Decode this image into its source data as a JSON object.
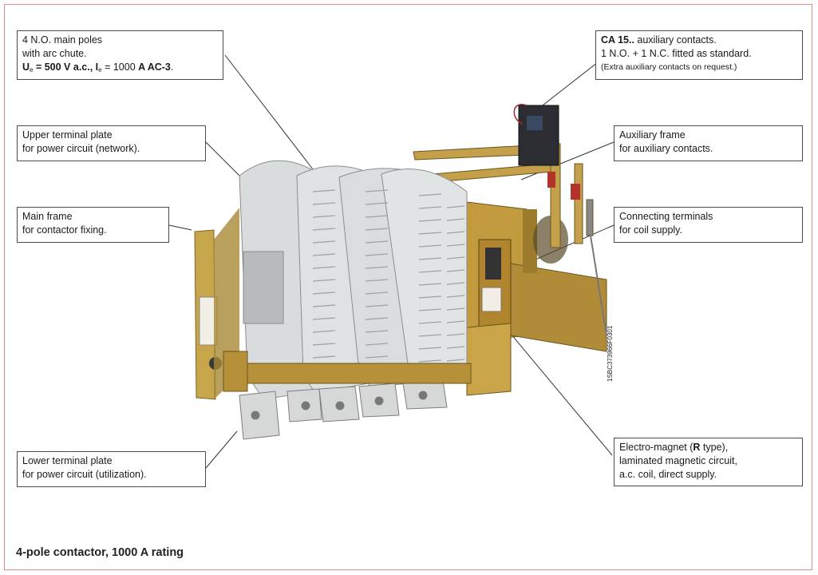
{
  "labels": {
    "main_poles": {
      "line1": "4 N.O. main poles",
      "line2": "with arc chute.",
      "u": "U",
      "u_sub": "e",
      "u_val": " = 500 V a.c., ",
      "i": "I",
      "i_sub": "e",
      "i_val": " = 1000 ",
      "i_unit": "A AC-3",
      "i_end": "."
    },
    "upper_terminal": {
      "line1": "Upper terminal plate",
      "line2": "for power circuit (network)."
    },
    "main_frame": {
      "line1": "Main frame",
      "line2": "for contactor fixing."
    },
    "lower_terminal": {
      "line1": "Lower terminal plate",
      "line2": "for power circuit (utilization)."
    },
    "aux_contacts": {
      "ca_bold": "CA 15..",
      "ca_rest": " auxiliary contacts.",
      "line2": "1 N.O. + 1 N.C. fitted as standard.",
      "line3": "(Extra auxiliary contacts on request.)"
    },
    "aux_frame": {
      "line1": "Auxiliary frame",
      "line2": "for auxiliary contacts."
    },
    "coil_terminals": {
      "line1": "Connecting terminals",
      "line2": "for coil supply."
    },
    "electro_magnet": {
      "line1_a": "Electro-magnet (",
      "line1_b": "R",
      "line1_c": " type),",
      "line2": "laminated magnetic circuit,",
      "line3": "a.c. coil, direct supply."
    }
  },
  "image_code": "1SBC373966F0301",
  "caption": "4-pole contactor, 1000 A rating",
  "colors": {
    "frame_border": "#e08a8a",
    "arc_chute": "#d9dcdc",
    "brass": "#b8953a"
  }
}
